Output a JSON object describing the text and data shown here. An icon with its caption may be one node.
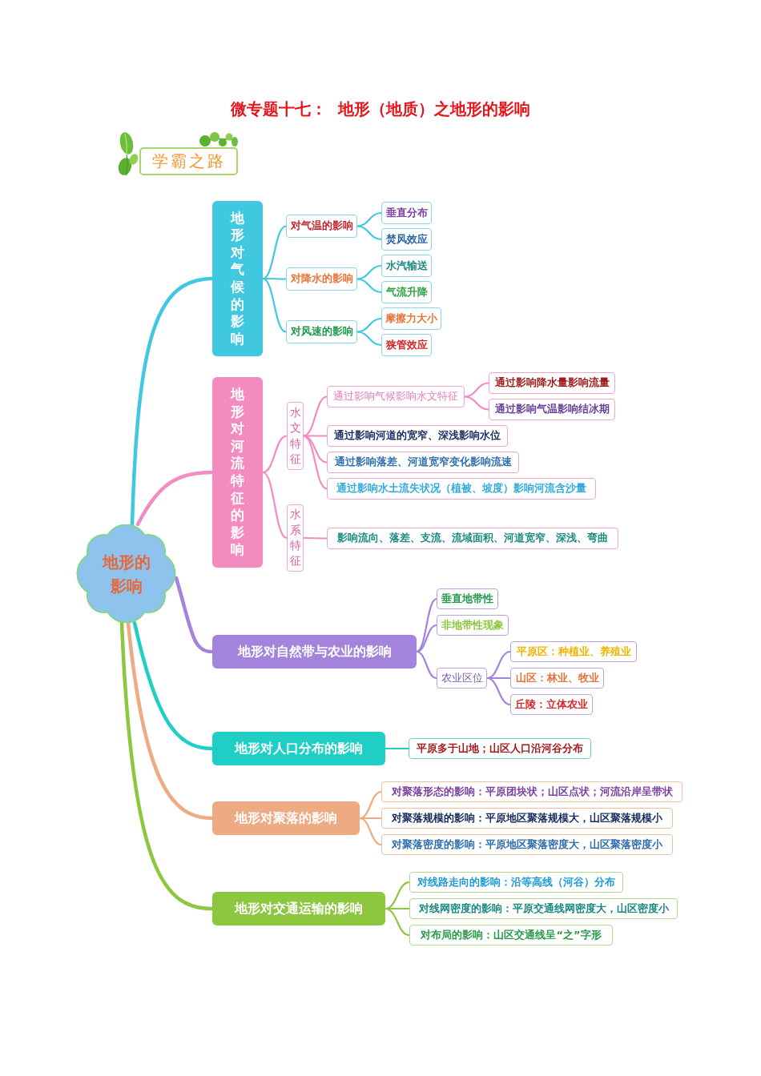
{
  "diagram": {
    "title": "微专题十七：  地形（地质）之地形的影响",
    "nodes": [
      {
        "text": [
          "学霸之路"
        ]
      },
      {
        "text": [
          "地形的影响"
        ]
      },
      {
        "text": [
          "地形对气候的影响"
        ]
      },
      {
        "text": [
          "对气温的影响"
        ]
      },
      {
        "text": [
          "垂直分布"
        ]
      },
      {
        "text": [
          "焚风效应"
        ]
      },
      {
        "text": [
          "对降水的影响"
        ]
      },
      {
        "text": [
          "水汽输送"
        ]
      },
      {
        "text": [
          "气流升降"
        ]
      },
      {
        "text": [
          "对风速的影响"
        ]
      },
      {
        "text": [
          "摩擦力大小"
        ]
      },
      {
        "text": [
          "狭管效应"
        ]
      },
      {
        "text": [
          "地形对河流特征的影响"
        ]
      },
      {
        "text": [
          "水文特征"
        ]
      },
      {
        "text": [
          "通过影响气候影响水文特征"
        ]
      },
      {
        "text": [
          "通过影响降水量影响流量"
        ]
      },
      {
        "text": [
          "通过影响气温影响结冰期"
        ]
      },
      {
        "text": [
          "通过影响河道的宽窄、深浅影响水位"
        ]
      },
      {
        "text": [
          "通过影响落差、河道宽窄变化影响流速"
        ]
      },
      {
        "text": [
          "通过影响水土流失状况（植被、坡度）影响河流含沙量"
        ]
      },
      {
        "text": [
          "水系特征"
        ]
      },
      {
        "text": [
          "影响流向、落差、支流、流域面积、河道宽窄、深浅、弯曲"
        ]
      },
      {
        "text": [
          "地形对自然带与农业的影响"
        ]
      },
      {
        "text": [
          "垂直地带性"
        ]
      },
      {
        "text": [
          "非地带性现象"
        ]
      },
      {
        "text": [
          "农业区位"
        ]
      },
      {
        "text": [
          "平原区：种植业、养殖业"
        ]
      },
      {
        "text": [
          "山区：林业、牧业"
        ]
      },
      {
        "text": [
          "丘陵：立体农业"
        ]
      },
      {
        "text": [
          "地形对人口分布的影响"
        ]
      },
      {
        "text": [
          "平原多于山地；山区人口沿河谷分布"
        ]
      },
      {
        "text": [
          "地形对聚落的影响"
        ]
      },
      {
        "text": [
          "对聚落形态的影响：平原团块状；山区点状；河流沿岸呈带状"
        ]
      },
      {
        "text": [
          "对聚落规模的影响：平原地区聚落规模大，山区聚落规模小"
        ]
      },
      {
        "text": [
          "对聚落密度的影响：平原地区聚落密度大，山区聚落密度小"
        ]
      },
      {
        "text": [
          "地形对交通运输的影响"
        ]
      },
      {
        "text": [
          "对线路走向的影响：沿等高线（河谷）分布"
        ]
      },
      {
        "text": [
          "对线网密度的影响：平原交通线网密度大，山区密度小"
        ]
      },
      {
        "text": [
          "对布局的影响：山区交通线呈“之”字形"
        ]
      }
    ],
    "edges": [
      {
        "from": 1,
        "to": 2,
        "arrow": "none",
        "style": "thick",
        "color": "#40c8e0"
      },
      {
        "from": 2,
        "to": 3,
        "arrow": "none",
        "color": "#40c8e0"
      },
      {
        "from": 3,
        "to": 4,
        "arrow": "none",
        "color": "#40c8e0"
      },
      {
        "from": 3,
        "to": 5,
        "arrow": "none",
        "color": "#40c8e0"
      },
      {
        "from": 2,
        "to": 6,
        "arrow": "none",
        "color": "#40c8e0"
      },
      {
        "from": 6,
        "to": 7,
        "arrow": "none",
        "color": "#40c8e0"
      },
      {
        "from": 6,
        "to": 8,
        "arrow": "none",
        "color": "#40c8e0"
      },
      {
        "from": 2,
        "to": 9,
        "arrow": "none",
        "color": "#40c8e0"
      },
      {
        "from": 9,
        "to": 10,
        "arrow": "none",
        "color": "#40c8e0"
      },
      {
        "from": 9,
        "to": 11,
        "arrow": "none",
        "color": "#40c8e0"
      },
      {
        "from": 1,
        "to": 12,
        "arrow": "none",
        "style": "thick",
        "color": "#f28cc2"
      },
      {
        "from": 12,
        "to": 13,
        "arrow": "none",
        "color": "#f28cc2"
      },
      {
        "from": 13,
        "to": 14,
        "arrow": "none",
        "color": "#f28cc2"
      },
      {
        "from": 14,
        "to": 15,
        "arrow": "none",
        "color": "#f28cc2"
      },
      {
        "from": 14,
        "to": 16,
        "arrow": "none",
        "color": "#f28cc2"
      },
      {
        "from": 13,
        "to": 17,
        "arrow": "none",
        "color": "#f28cc2"
      },
      {
        "from": 13,
        "to": 18,
        "arrow": "none",
        "color": "#f28cc2"
      },
      {
        "from": 13,
        "to": 19,
        "arrow": "none",
        "color": "#f28cc2"
      },
      {
        "from": 12,
        "to": 20,
        "arrow": "none",
        "color": "#f28cc2"
      },
      {
        "from": 20,
        "to": 21,
        "arrow": "none",
        "color": "#f28cc2"
      },
      {
        "from": 1,
        "to": 22,
        "arrow": "none",
        "style": "thick",
        "color": "#a383dc"
      },
      {
        "from": 22,
        "to": 23,
        "arrow": "none",
        "color": "#a383dc"
      },
      {
        "from": 22,
        "to": 24,
        "arrow": "none",
        "color": "#a383dc"
      },
      {
        "from": 22,
        "to": 25,
        "arrow": "none",
        "color": "#a383dc"
      },
      {
        "from": 25,
        "to": 26,
        "arrow": "none",
        "color": "#a383dc"
      },
      {
        "from": 25,
        "to": 27,
        "arrow": "none",
        "color": "#a383dc"
      },
      {
        "from": 25,
        "to": 28,
        "arrow": "none",
        "color": "#a383dc"
      },
      {
        "from": 1,
        "to": 29,
        "arrow": "none",
        "style": "thick",
        "color": "#1fcfc6"
      },
      {
        "from": 29,
        "to": 30,
        "arrow": "none",
        "color": "#1fcfc6"
      },
      {
        "from": 1,
        "to": 31,
        "arrow": "none",
        "style": "thick",
        "color": "#eeaa82"
      },
      {
        "from": 31,
        "to": 32,
        "arrow": "none",
        "color": "#eeaa82"
      },
      {
        "from": 31,
        "to": 33,
        "arrow": "none",
        "color": "#eeaa82"
      },
      {
        "from": 31,
        "to": 34,
        "arrow": "none",
        "color": "#eeaa82"
      },
      {
        "from": 1,
        "to": 35,
        "arrow": "none",
        "style": "thick",
        "color": "#8dc63f"
      },
      {
        "from": 35,
        "to": 36,
        "arrow": "none",
        "color": "#8dc63f"
      },
      {
        "from": 35,
        "to": 37,
        "arrow": "none",
        "color": "#8dc63f"
      },
      {
        "from": 35,
        "to": 38,
        "arrow": "none",
        "color": "#8dc63f"
      }
    ]
  }
}
